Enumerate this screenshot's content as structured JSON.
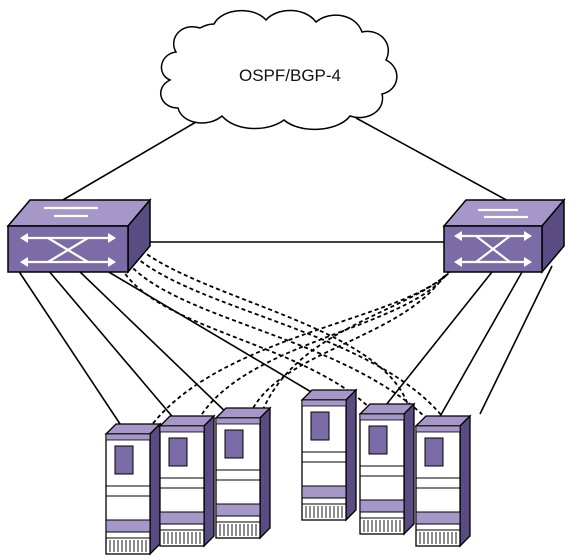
{
  "cloud": {
    "label": "OSPF/BGP-4"
  },
  "colors": {
    "device_fill": "#7B6BA6",
    "device_dark": "#5A4C82",
    "device_light": "#A597C8",
    "line": "#000000",
    "server_body": "#ffffff",
    "cloud_fill": "#ffffff"
  },
  "devices": {
    "switches": [
      {
        "name": "switch-left",
        "icon": "layer3-switch-icon"
      },
      {
        "name": "switch-right",
        "icon": "layer3-switch-icon"
      }
    ],
    "servers": [
      {
        "name": "server-1",
        "icon": "server-tower-icon"
      },
      {
        "name": "server-2",
        "icon": "server-tower-icon"
      },
      {
        "name": "server-3",
        "icon": "server-tower-icon"
      },
      {
        "name": "server-4",
        "icon": "server-tower-icon"
      },
      {
        "name": "server-5",
        "icon": "server-tower-icon"
      },
      {
        "name": "server-6",
        "icon": "server-tower-icon"
      }
    ]
  },
  "links": {
    "solid": "primary-link",
    "dashed": "secondary-link"
  }
}
